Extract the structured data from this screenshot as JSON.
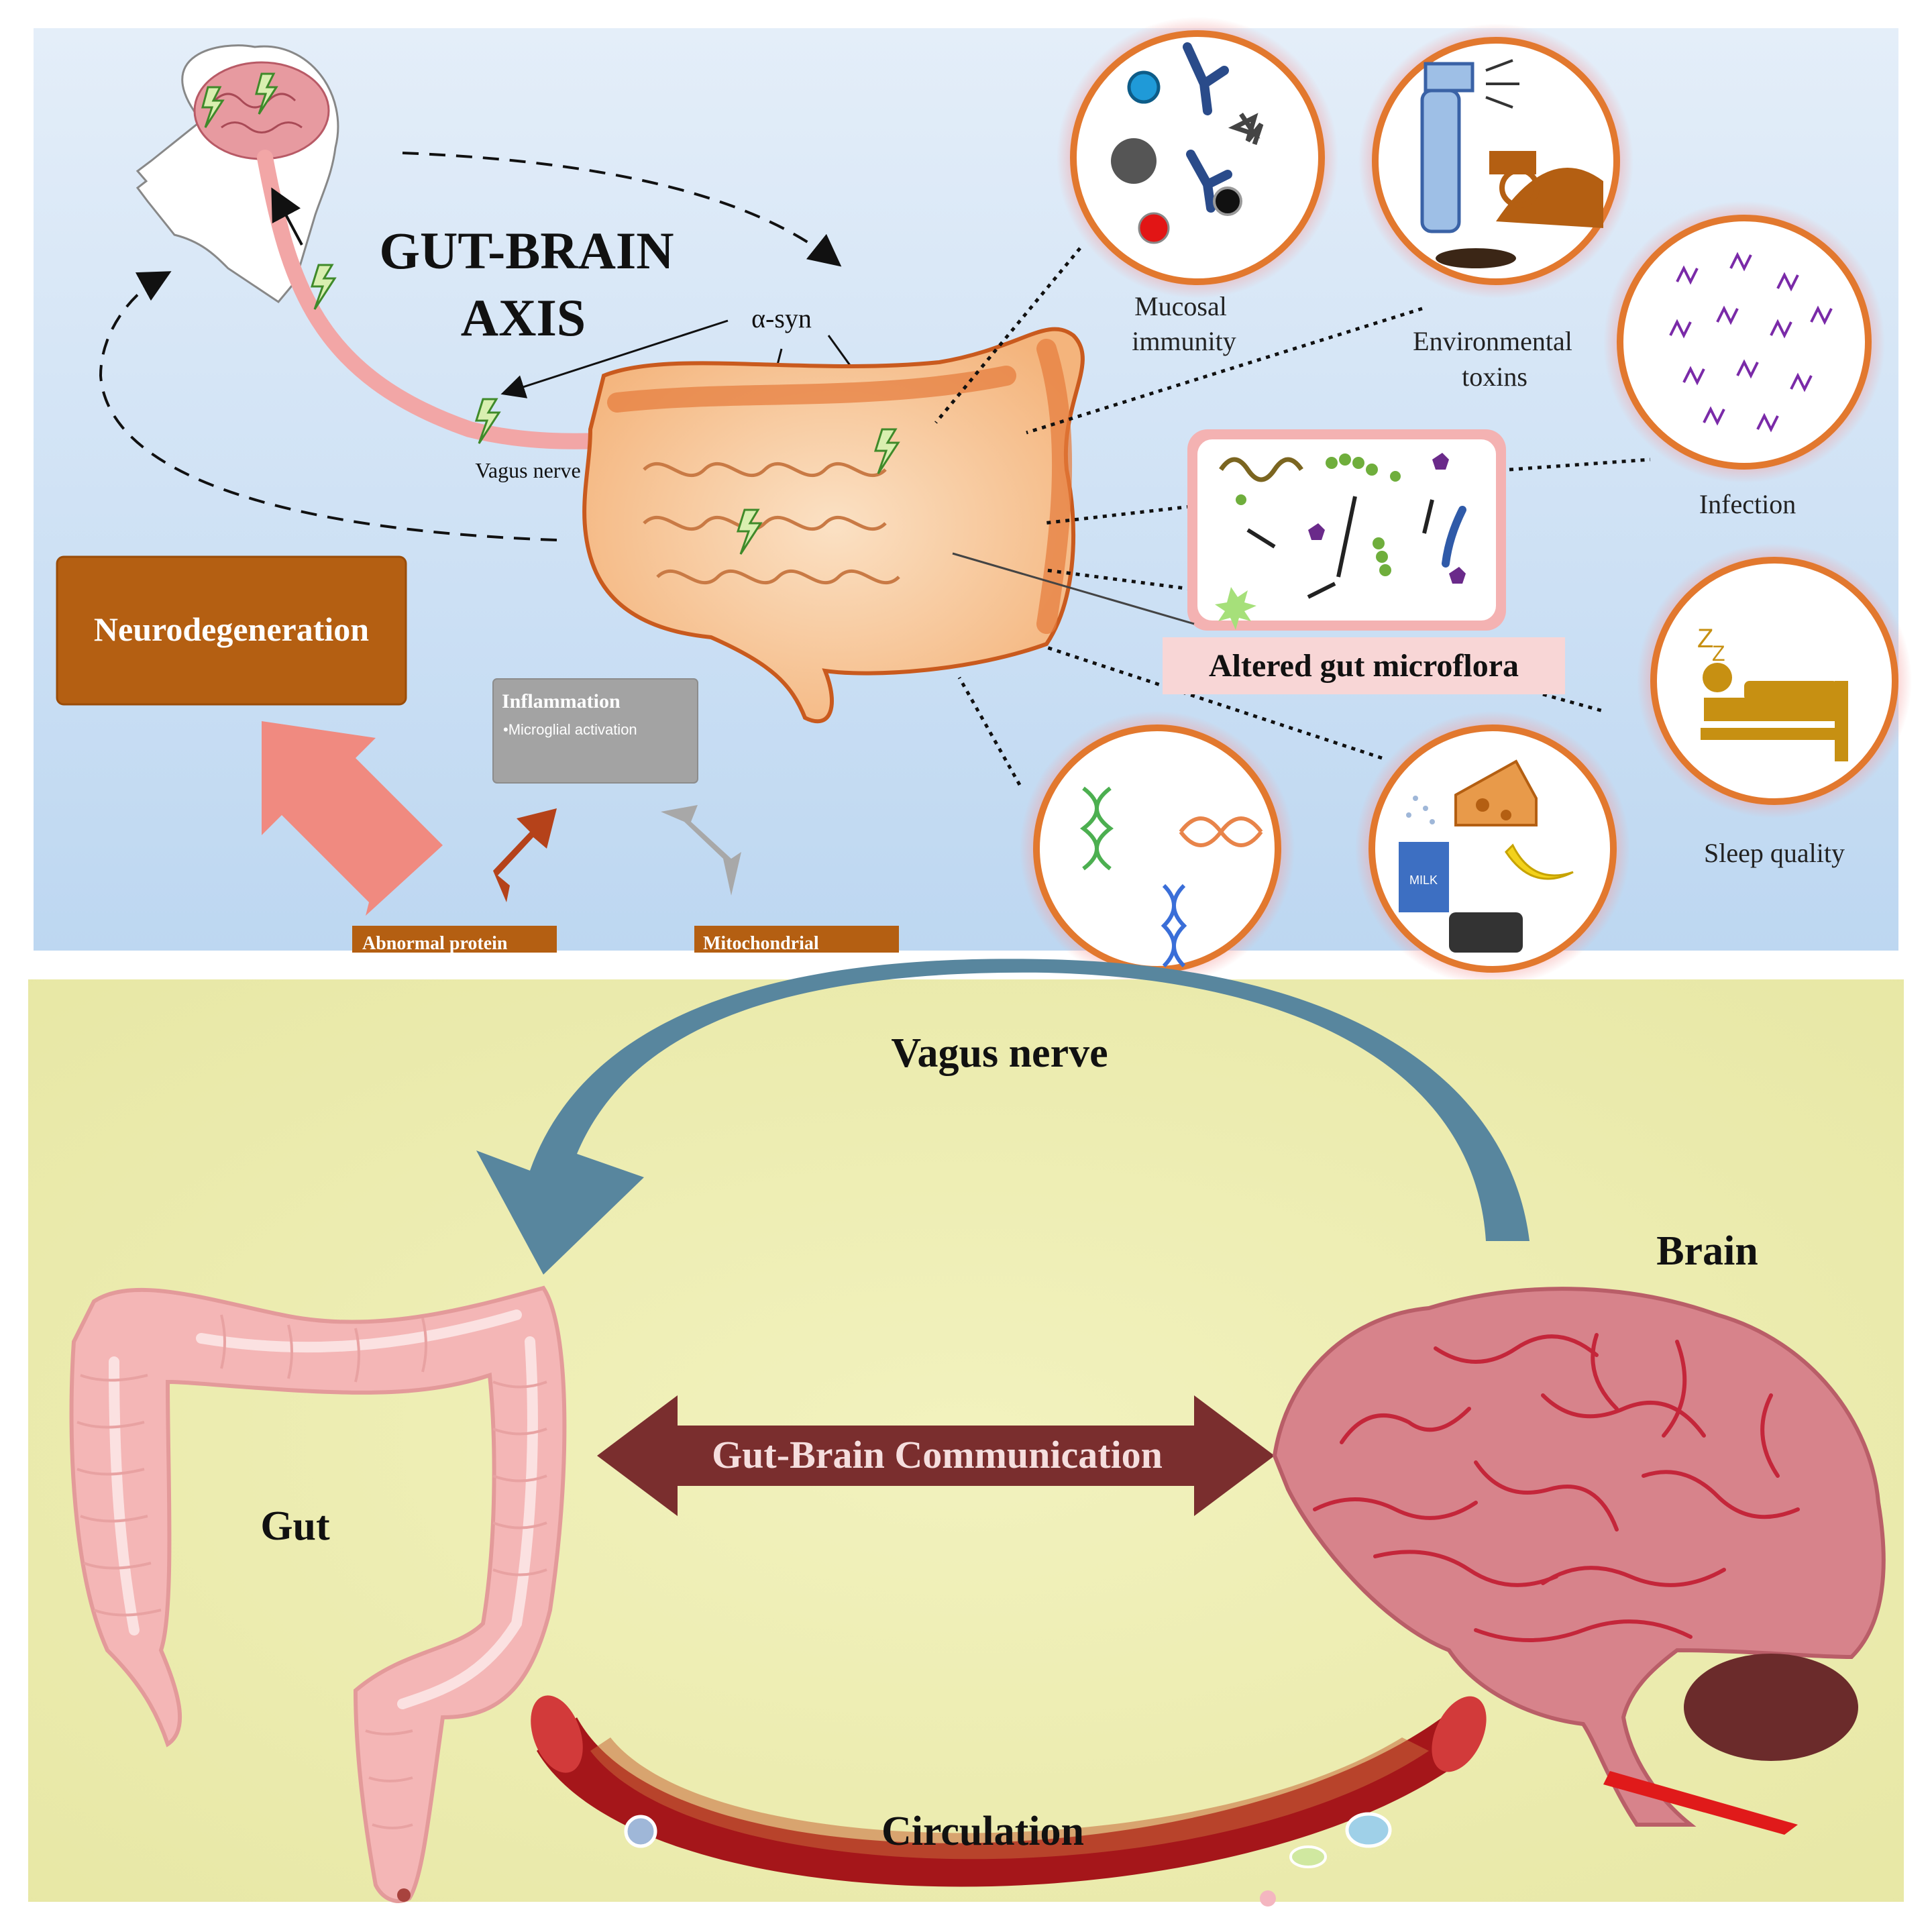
{
  "top_panel": {
    "title_line1": "GUT-BRAIN",
    "title_line2": "AXIS",
    "alpha_syn": "α-syn",
    "vagus_nerve": "Vagus nerve",
    "neurodegeneration": "Neurodegeneration",
    "inflammation_title": "Inflammation",
    "inflammation_item": "•Microglial activation",
    "abnormal_protein": "Abnormal protein",
    "mitochondrial": "Mitochondrial",
    "altered_microflora": "Altered gut microflora",
    "mucosal_line1": "Mucosal",
    "mucosal_line2": "immunity",
    "env_line1": "Environmental",
    "env_line2": "toxins",
    "infection": "Infection",
    "sleep_quality": "Sleep quality",
    "milk": "MILK"
  },
  "bottom_panel": {
    "vagus_nerve": "Vagus nerve",
    "brain": "Brain",
    "gut": "Gut",
    "communication": "Gut-Brain Communication",
    "circulation": "Circulation"
  },
  "colors": {
    "top_bg_top": "#ddeaf7",
    "top_bg_bottom": "#bcd6f0",
    "bottom_bg": "#eeeeb2",
    "brown_box": "#b45f12",
    "salmon_arrow": "#f08a80",
    "circle_ring": "#e2782e",
    "vagus_arrow": "#58869e",
    "comm_arrow": "#7a2e2e",
    "vessel": "#a5161a",
    "brain_pink": "#d7838b",
    "gut_pink": "#f4b6b6"
  },
  "icons": [
    "brain-head-icon",
    "intestine-icon",
    "immune-cells-icon",
    "spray-tractor-icon",
    "bacteria-icon",
    "microbe-box-icon",
    "sleep-bed-icon",
    "dna-icon",
    "food-icon",
    "vagus-arrow-icon",
    "blood-vessel-icon",
    "brain-icon",
    "colon-icon"
  ]
}
